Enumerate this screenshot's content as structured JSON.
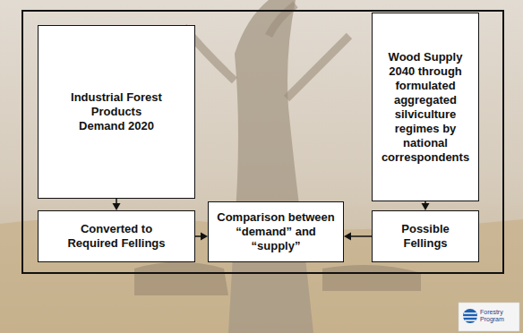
{
  "diagram": {
    "nodes": [
      {
        "text": [
          "Industrial Forest Products Demand 2020"
        ]
      },
      {
        "text": [
          "Wood Supply 2040 through formulated aggregated silviculture regimes by national correspondents"
        ]
      },
      {
        "text": [
          "Converted to Required Fellings"
        ]
      },
      {
        "text": [
          "Comparison between “demand” and “supply”"
        ]
      },
      {
        "text": [
          "Possible Fellings"
        ]
      }
    ],
    "edges": [
      {
        "from": 0,
        "to": 2,
        "arrow": "to"
      },
      {
        "from": 1,
        "to": 4,
        "arrow": "to"
      },
      {
        "from": 2,
        "to": 3,
        "arrow": "to"
      },
      {
        "from": 4,
        "to": 3,
        "arrow": "to"
      }
    ],
    "labels": [
      "Forestry Program"
    ]
  }
}
